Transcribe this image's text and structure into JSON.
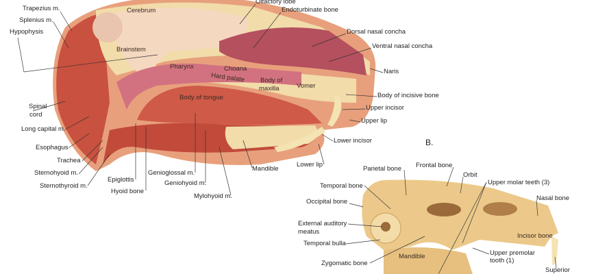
{
  "panel_a": {
    "labels": {
      "trapezius": "Trapezius m.",
      "splenius": "Splenius m.",
      "hypophysis": "Hypophysis",
      "cerebrum": "Cerebrum",
      "brainstem": "Brainstem",
      "olfactory_lobe": "Olfactory lobe",
      "endoturbinate": "Endoturbinate bone",
      "dorsal_nasal_concha": "Dorsal nasal concha",
      "ventral_nasal_concha": "Ventral nasal concha",
      "naris": "Naris",
      "pharynx": "Pharynx",
      "choana": "Choana",
      "hard_palate": "Hard palate",
      "body_of_maxilla_1": "Body of",
      "body_of_maxilla_2": "maxilla",
      "vomer": "Vomer",
      "body_of_incisive_bone": "Body of incisive bone",
      "upper_incisor": "Upper incisor",
      "upper_lip": "Upper lip",
      "body_of_tongue": "Body of tongue",
      "spinal_cord_1": "Spinal",
      "spinal_cord_2": "cord",
      "long_capital": "Long capital m.",
      "esophagus": "Esophagus",
      "trachea": "Trachea",
      "sternohyoid": "Sternohyoid m.",
      "sternothyroid": "Sternothyroid m.",
      "epiglottis": "Epiglottis",
      "hyoid_bone": "Hyoid bone",
      "genioglossal": "Genioglossal m.",
      "geniohyoid": "Geniohyoid m.",
      "mylohyoid": "Mylohyoid m.",
      "mandible": "Mandible",
      "lower_lip": "Lower lip",
      "lower_incisor": "Lower incisor"
    }
  },
  "panel_b": {
    "title": "B.",
    "labels": {
      "parietal_bone": "Parietal bone",
      "frontal_bone": "Frontal bone",
      "orbit": "Orbit",
      "upper_molar_teeth": "Upper molar teeth (3)",
      "temporal_bone": "Temporal bone",
      "occipital_bone": "Occipital bone",
      "nasal_bone": "Nasal bone",
      "external_auditory_1": "External auditory",
      "external_auditory_2": "meatus",
      "temporal_bulla": "Temporal bulla",
      "incisor_bone": "Incisor bone",
      "mandible": "Mandible",
      "upper_premolar_1": "Upper premolar",
      "upper_premolar_2": "tooth (1)",
      "zygomatic_bone": "Zygomatic bone",
      "superior": "Superior"
    }
  },
  "colors": {
    "muscle": "#c9513f",
    "bone": "#f1dcaa",
    "skin": "#e8a07c",
    "mucosa": "#b5505f"
  }
}
